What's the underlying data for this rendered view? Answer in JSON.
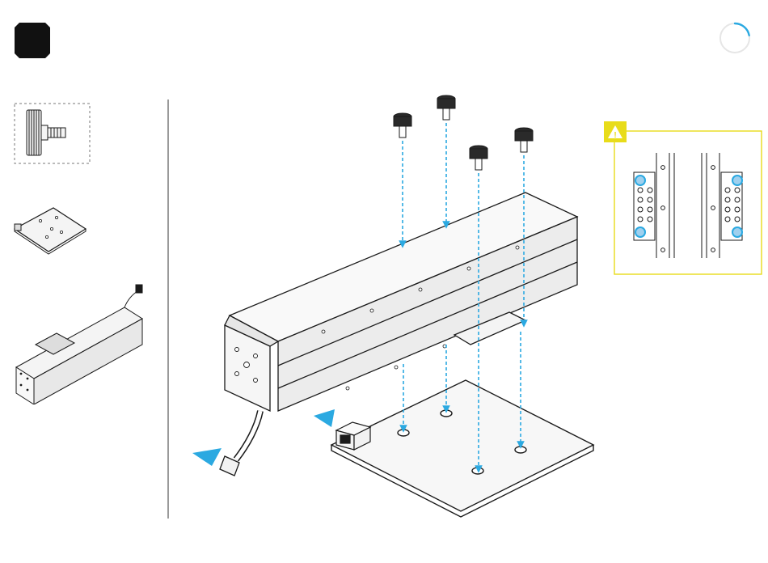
{
  "colors": {
    "accent_blue": "#2ba9e1",
    "warning_yellow": "#e8dc1a",
    "line": "#1a1a1a",
    "part_fill": "#efefef",
    "divider": "#9a9a9a"
  },
  "header": {
    "step_icon": "octagon-step-icon",
    "progress": {
      "icon": "progress-ring-icon",
      "fraction": 0.22
    }
  },
  "parts": [
    {
      "icon": "thumb-screw-icon",
      "framed": true
    },
    {
      "icon": "base-plate-icon",
      "framed": false
    },
    {
      "icon": "linear-rail-module-icon",
      "framed": false
    }
  ],
  "callout": {
    "icon": "warning-icon",
    "symbol": "!",
    "detail": "mounting-hole-pattern"
  },
  "scene": {
    "screws": 4,
    "plate_holes": 4,
    "pointers": 2
  }
}
